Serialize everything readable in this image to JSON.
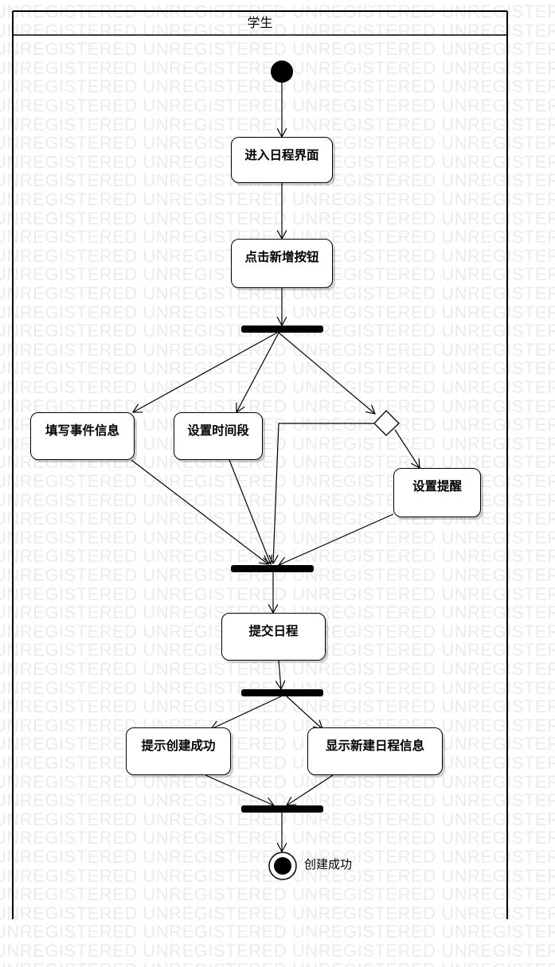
{
  "watermark_text": "UNREGISTERED UNREGISTERED UNREGISTERED UNREGISTERED",
  "swimlane": {
    "title": "学生"
  },
  "activities": {
    "enter_schedule": "进入日程界面",
    "click_add": "点击新增按钮",
    "fill_event": "填写事件信息",
    "set_time": "设置时间段",
    "set_reminder": "设置提醒",
    "submit_schedule": "提交日程",
    "prompt_success": "提示创建成功",
    "show_new_schedule": "显示新建日程信息"
  },
  "final_node": {
    "label": "创建成功"
  }
}
